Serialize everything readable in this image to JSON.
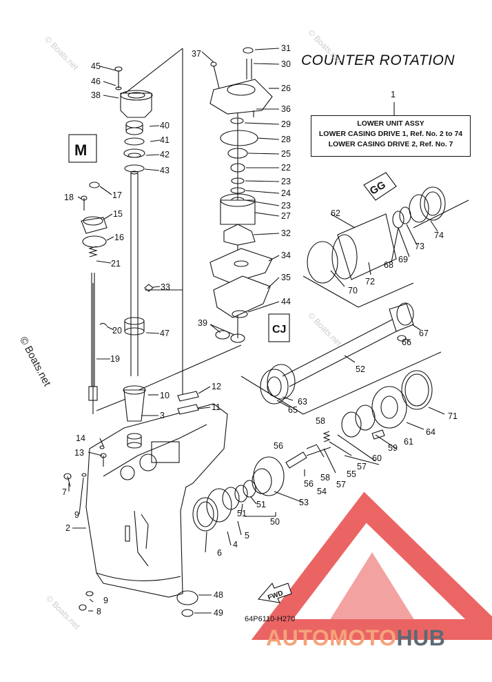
{
  "title": "COUNTER ROTATION",
  "info_box": {
    "heading": "LOWER UNIT ASSY",
    "lines": [
      "LOWER CASING DRIVE 1, Ref. No. 2 to 74",
      "LOWER CASING DRIVE 2, Ref. No. 7"
    ],
    "ref": "1"
  },
  "drawing_number": "64P6110-H270",
  "direction_label": "FWD",
  "watermark": "© Boats.net",
  "brand": {
    "part1": "AUTOMOTO",
    "part2": "HUB"
  },
  "colors": {
    "logo_red": "#e84a4a",
    "brand_orange": "#f5a37a",
    "brand_gray": "#5c6a73"
  },
  "callouts": [
    "1",
    "2",
    "3",
    "4",
    "5",
    "6",
    "7",
    "8",
    "9",
    "9",
    "10",
    "11",
    "12",
    "13",
    "14",
    "15",
    "16",
    "17",
    "18",
    "19",
    "20",
    "21",
    "22",
    "23",
    "23",
    "24",
    "25",
    "26",
    "27",
    "28",
    "29",
    "30",
    "31",
    "32",
    "33",
    "34",
    "35",
    "36",
    "37",
    "38",
    "39",
    "40",
    "41",
    "42",
    "43",
    "44",
    "45",
    "46",
    "47",
    "48",
    "49",
    "50",
    "51",
    "51",
    "52",
    "53",
    "54",
    "55",
    "56",
    "56",
    "57",
    "57",
    "58",
    "58",
    "59",
    "60",
    "61",
    "62",
    "63",
    "64",
    "65",
    "66",
    "67",
    "68",
    "69",
    "70",
    "71",
    "72",
    "73",
    "74"
  ]
}
